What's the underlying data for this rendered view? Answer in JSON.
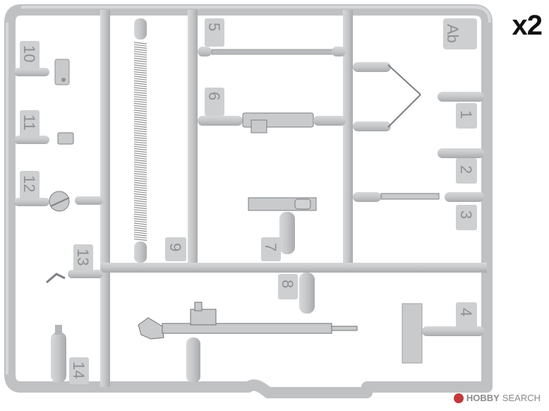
{
  "image": {
    "subject": "model kit sprue",
    "quantity_label": "x2",
    "sprue_letters": "Ab",
    "part_numbers": [
      "1",
      "2",
      "3",
      "4",
      "5",
      "6",
      "7",
      "8",
      "9",
      "10",
      "11",
      "12",
      "13",
      "14"
    ],
    "colors": {
      "plastic": "#c8cacc",
      "plastic_shadow": "#a9abae",
      "number_text": "#8e9093",
      "background": "#ffffff"
    },
    "watermark": {
      "brand_main": "HOBBY",
      "brand_sub": "SEARCH"
    }
  }
}
